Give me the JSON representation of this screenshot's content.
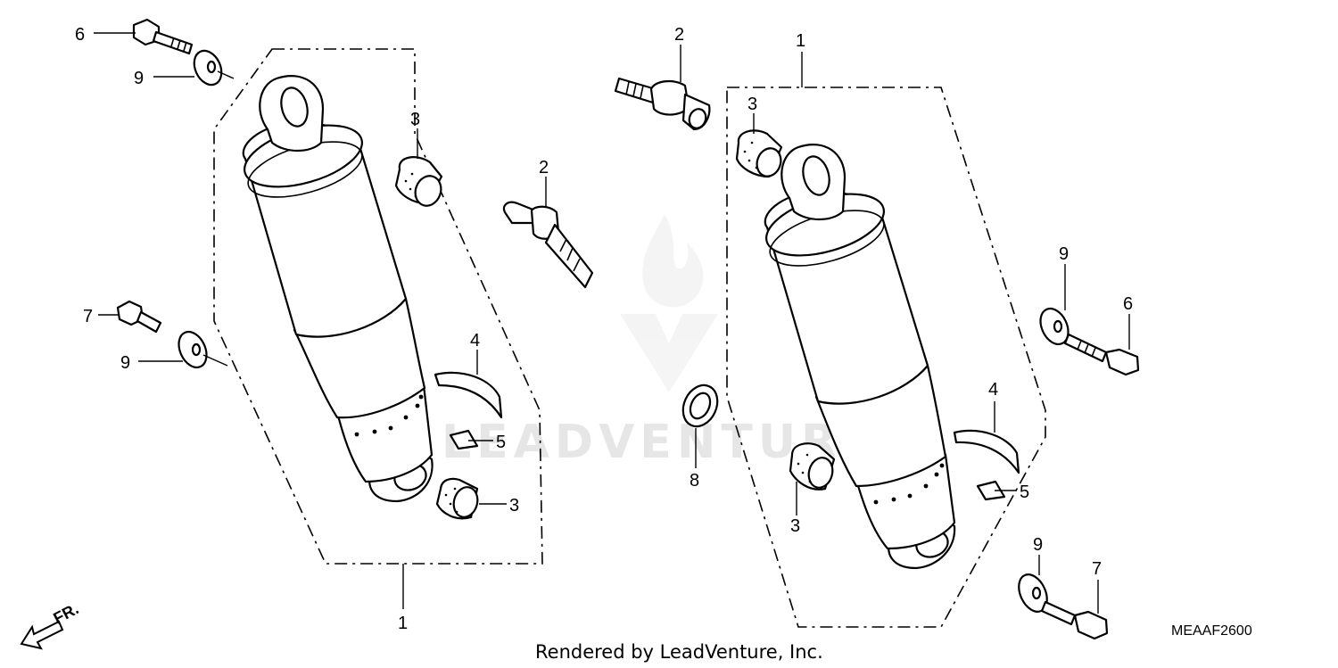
{
  "watermark": {
    "text": "LEADVENTURE"
  },
  "footer": {
    "text": "Rendered by LeadVenture, Inc."
  },
  "diagram_code": "MEAAF2600",
  "direction_label": "FR.",
  "callouts": {
    "left_6": "6",
    "left_9_top": "9",
    "left_7": "7",
    "left_9_bottom": "9",
    "left_3_top": "3",
    "left_2": "2",
    "left_4": "4",
    "left_5": "5",
    "left_3_bottom": "3",
    "left_1": "1",
    "right_2": "2",
    "right_1": "1",
    "right_3_top": "3",
    "right_9_top": "9",
    "right_6": "6",
    "right_4": "4",
    "right_8": "8",
    "right_5": "5",
    "right_3_bottom": "3",
    "right_9_bottom": "9",
    "right_7": "7"
  }
}
